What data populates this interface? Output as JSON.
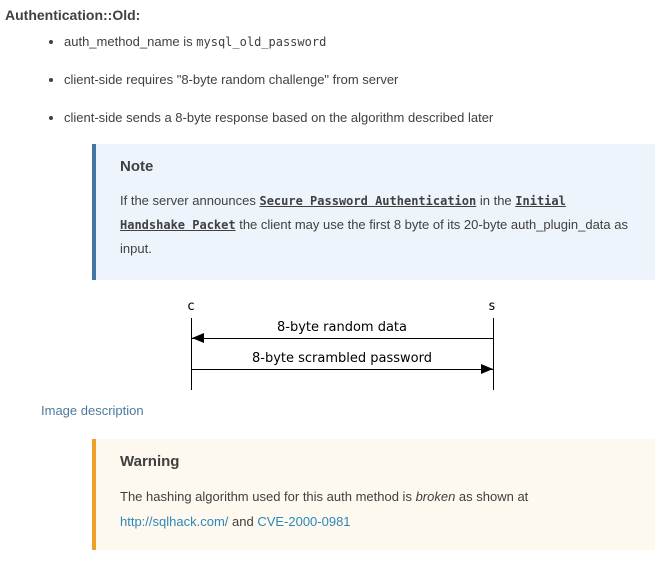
{
  "heading": "Authentication::Old:",
  "bullets": {
    "item1_prefix": "auth_method_name is ",
    "item1_code": "mysql_old_password",
    "item2": "client-side requires \"8-byte random challenge\" from server",
    "item3": "client-side sends a 8-byte response based on the algorithm described later"
  },
  "note": {
    "title": "Note",
    "text_before": "If the server announces ",
    "link1": "Secure Password Authentication",
    "text_mid": " in the ",
    "link2": "Initial Handshake Packet",
    "text_after": " the client may use the first 8 byte of its 20-byte auth_plugin_data as input."
  },
  "diagram": {
    "client_label": "c",
    "server_label": "s",
    "message1": "8-byte random data",
    "message2": "8-byte scrambled password"
  },
  "image_description_link": "Image description",
  "warning": {
    "title": "Warning",
    "text_before": "The hashing algorithm used for this auth method is ",
    "emphasis": "broken",
    "text_mid": " as shown at ",
    "link1": "http://sqlhack.com/",
    "text_and": " and ",
    "link2": "CVE-2000-0981"
  },
  "colors": {
    "body_text": "#404040",
    "note_background": "#eef4fb",
    "note_border": "#4276a4",
    "warning_background": "#fdf9ee",
    "warning_border": "#f0a028",
    "link_blue": "#2d87ba",
    "muted_link_blue": "#4d7a9c",
    "diagram_ink": "#000000"
  }
}
